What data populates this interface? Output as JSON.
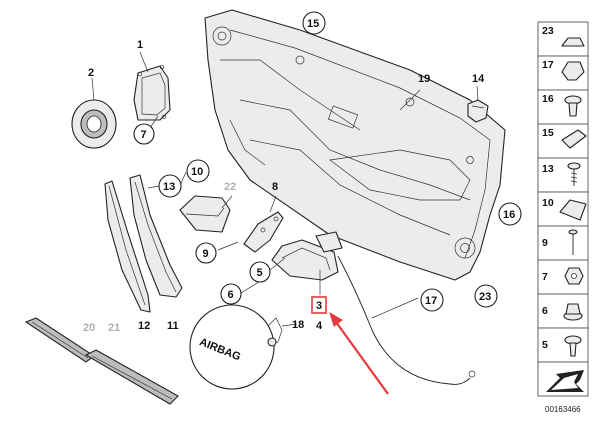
{
  "callouts": {
    "c1": "1",
    "c2": "2",
    "c3": "3",
    "c4": "4",
    "c5": "5",
    "c6": "6",
    "c7": "7",
    "c8": "8",
    "c9": "9",
    "c10": "10",
    "c11": "11",
    "c12": "12",
    "c13": "13",
    "c14": "14",
    "c15": "15",
    "c16": "16",
    "c17": "17",
    "c18": "18",
    "c19": "19",
    "c20": "20",
    "c21": "21",
    "c22": "22",
    "c23": "23"
  },
  "airbag_text": "AIRBAG",
  "sidebar": {
    "items": [
      "23",
      "17",
      "16",
      "15",
      "13",
      "10",
      "9",
      "7",
      "6",
      "5"
    ]
  },
  "diagram_code": "00163466",
  "colors": {
    "highlight": "#e23b3b",
    "line": "#222222",
    "part_fill": "#ececec",
    "grey_label": "#b0b0b0"
  }
}
